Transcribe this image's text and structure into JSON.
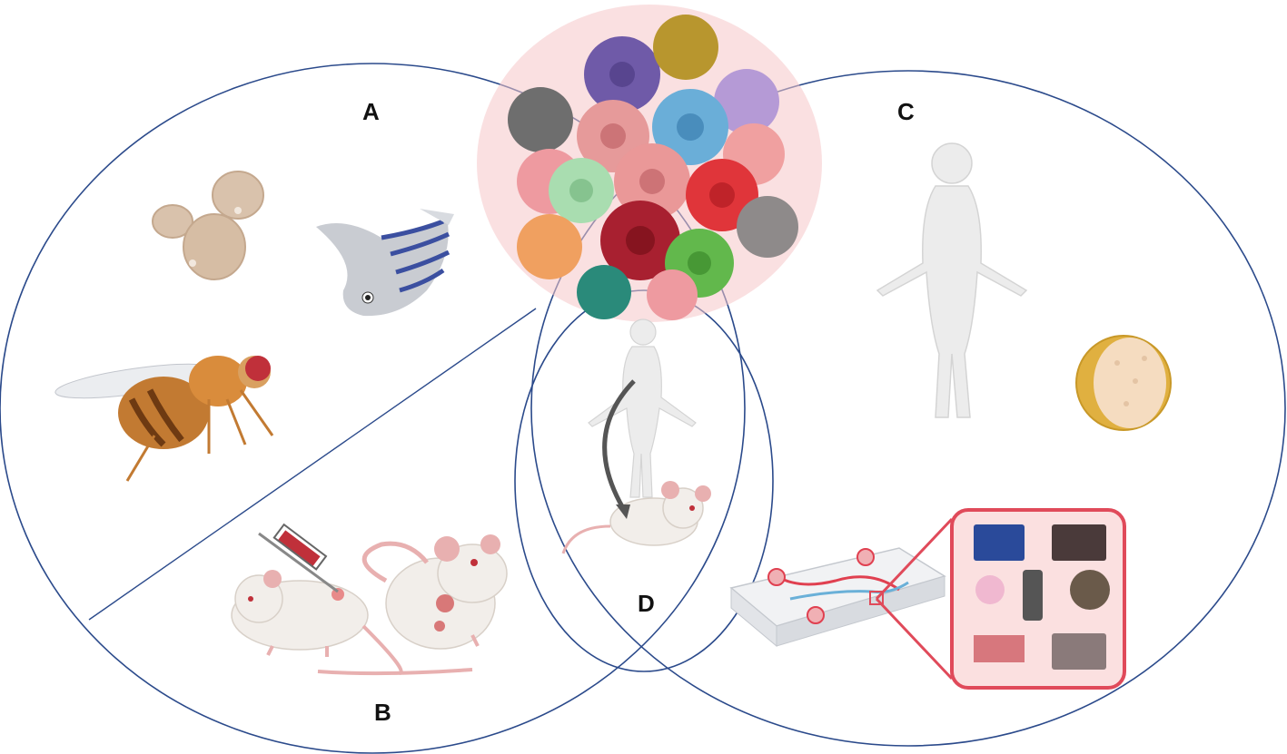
{
  "labels": {
    "a": "A",
    "b": "B",
    "c": "C",
    "d": "D"
  },
  "colors": {
    "circle_stroke": "#2b4a8b",
    "tumor_cells": [
      "#6f5aa8",
      "#b8962e",
      "#b59ad6",
      "#6e6e6e",
      "#e69a9a",
      "#6aaed8",
      "#a9ddb0",
      "#e0353a",
      "#f0a060",
      "#a82030",
      "#62b84c",
      "#8e8a8a",
      "#2a8a7a"
    ],
    "tumor_halo": "#f6c6c8",
    "yeast": "#d9c2ac",
    "fly_body": "#d98c3c",
    "fly_eye": "#c0303a",
    "fish_stripe": "#3b4fa0",
    "mouse": "#f2eeea",
    "mouse_ear": "#e8b0b0",
    "human_silhouette": "#ececec",
    "organoid_shell": "#e0b040",
    "organoid_core": "#f5dcc0",
    "chip_channel": "#e04050",
    "chip_frame": "#e04a5a",
    "chip_panel_bg": "#fbe0e0"
  },
  "icons": [
    "yeast-icon",
    "zebrafish-icon",
    "fruit-fly-icon",
    "tumor-cell-cluster-icon",
    "human-body-icon",
    "organoid-icon",
    "mouse-injection-icon",
    "mouse-with-tumors-icon",
    "syringe-icon",
    "human-to-mouse-arrow-icon",
    "pdx-mouse-icon",
    "organ-on-chip-icon"
  ]
}
